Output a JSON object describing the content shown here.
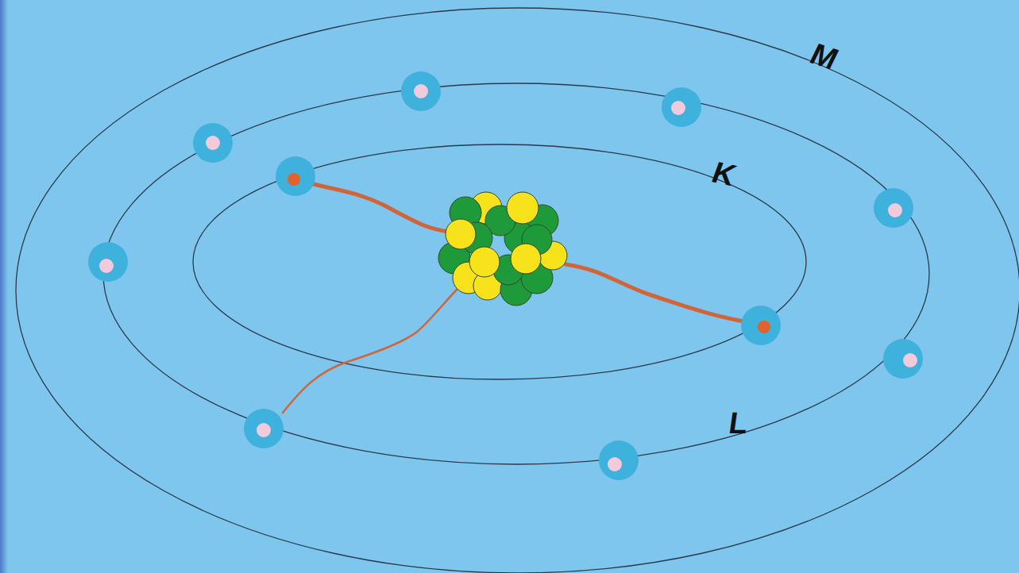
{
  "diagram": {
    "labels": [
      "M",
      "K",
      "L"
    ]
  }
}
